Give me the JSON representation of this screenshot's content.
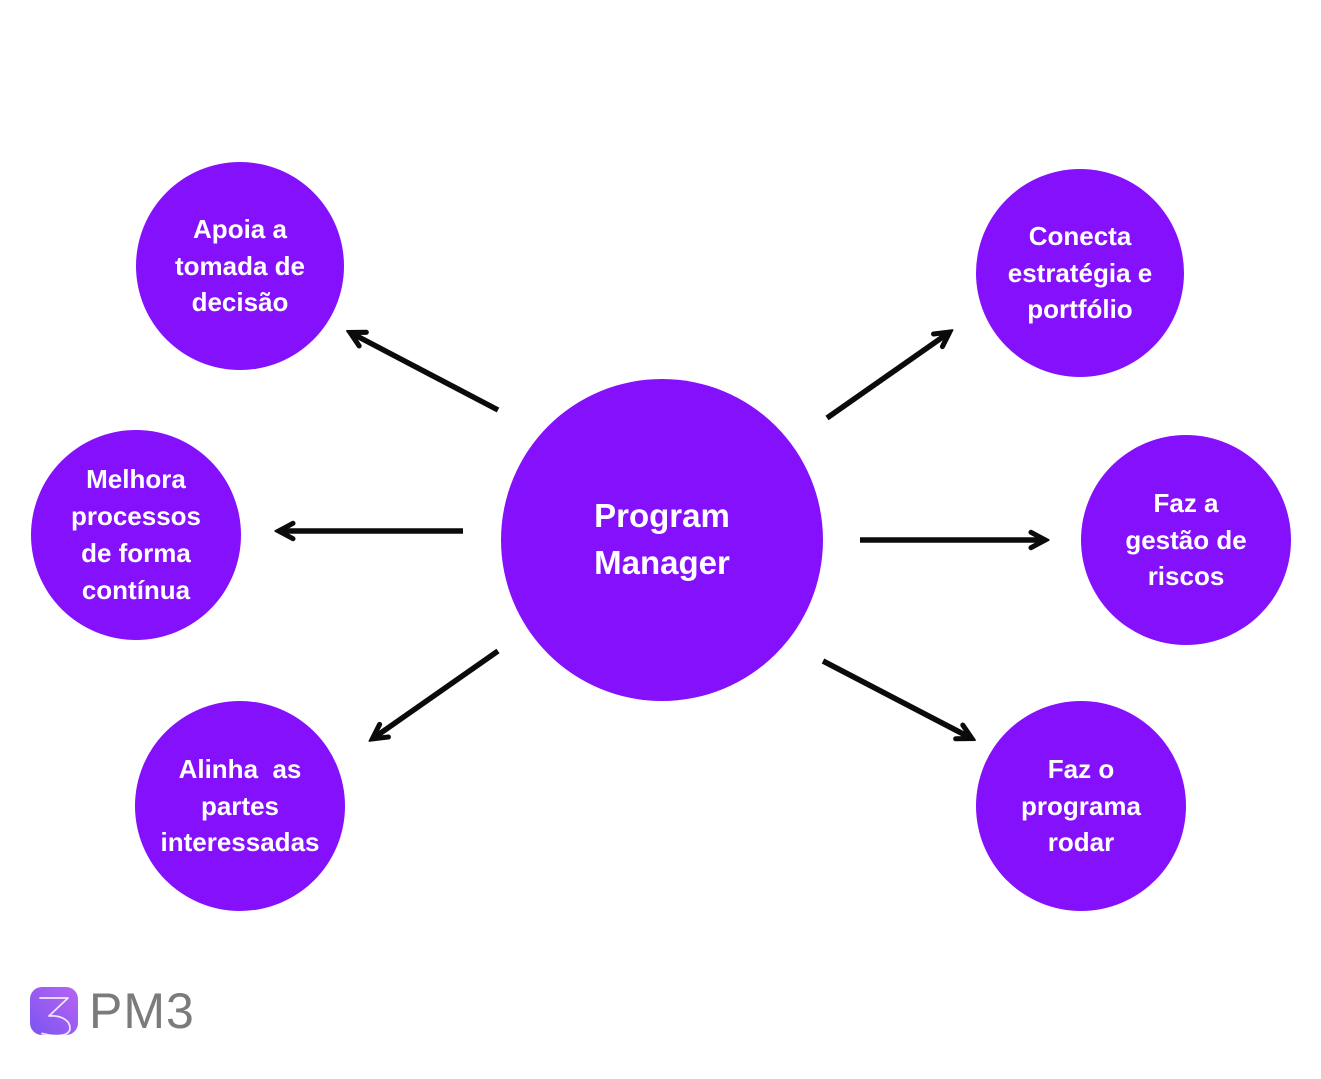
{
  "diagram": {
    "center_node": {
      "id": "program-manager",
      "label": "Program\nManager"
    },
    "nodes": [
      {
        "id": "apoia-tomada-decisao",
        "label": "Apoia a\ntomada de\ndecisão",
        "position": "top-left"
      },
      {
        "id": "melhora-processos",
        "label": "Melhora\nprocessos\nde forma\ncontínua",
        "position": "middle-left"
      },
      {
        "id": "alinha-partes",
        "label": "Alinha  as\npartes\ninteressadas",
        "position": "bottom-left"
      },
      {
        "id": "conecta-estrategia",
        "label": "Conecta\nestratégia e\nportfólio",
        "position": "top-right"
      },
      {
        "id": "faz-gestao-riscos",
        "label": "Faz a\ngestão de\nriscos",
        "position": "middle-right"
      },
      {
        "id": "faz-programa-rodar",
        "label": "Faz o\nprograma\nrodar",
        "position": "bottom-right"
      }
    ],
    "edges": [
      {
        "from": "program-manager",
        "to": "apoia-tomada-decisao"
      },
      {
        "from": "program-manager",
        "to": "melhora-processos"
      },
      {
        "from": "program-manager",
        "to": "alinha-partes"
      },
      {
        "from": "program-manager",
        "to": "conecta-estrategia"
      },
      {
        "from": "program-manager",
        "to": "faz-gestao-riscos"
      },
      {
        "from": "program-manager",
        "to": "faz-programa-rodar"
      }
    ],
    "colors": {
      "node_fill": "#8510FB",
      "node_text": "#FFFFFF",
      "arrow": "#0B0B0B",
      "background": "#FFFFFF"
    }
  },
  "footer": {
    "logo_text": "PM3",
    "logo_icon": "pm3-3-glyph-icon",
    "logo_grad_start": "#7A55F0",
    "logo_grad_end": "#B863F3",
    "logo_text_color": "#7B7B7B"
  }
}
